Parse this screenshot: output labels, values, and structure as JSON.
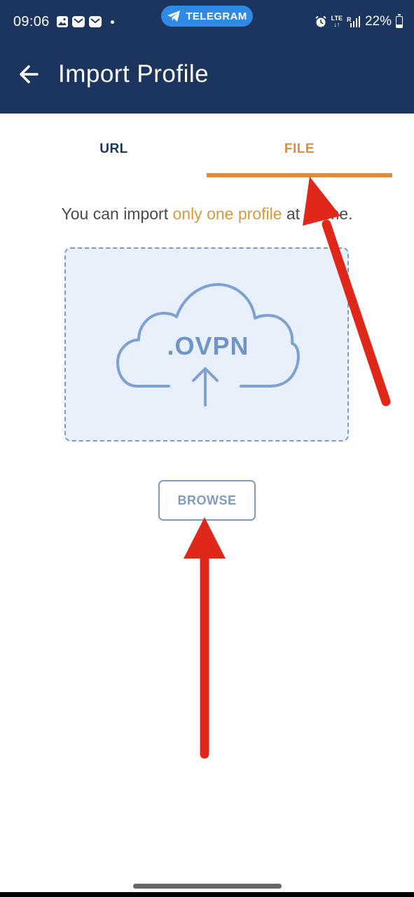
{
  "status_bar": {
    "time": "09:06",
    "notification_pill": "TELEGRAM",
    "network_top": "LTE",
    "network_bottom": "↓↑",
    "signal_label": "R",
    "battery": "22%",
    "battery_level": 0.22
  },
  "app_bar": {
    "title": "Import Profile",
    "back_icon": "arrow-left-icon"
  },
  "tabs": {
    "items": [
      {
        "label": "URL",
        "selected": false
      },
      {
        "label": "FILE",
        "selected": true
      }
    ]
  },
  "info": {
    "before": "You can import ",
    "highlight": "only one profile",
    "after": " at a time."
  },
  "drop_zone": {
    "file_type": ".OVPN",
    "icon": "cloud-upload-icon"
  },
  "browse_label": "BROWSE",
  "colors": {
    "primary": "#1b355f",
    "accent": "#e38a35",
    "upload": "#7f9bc2",
    "annotation": "#e0281a"
  }
}
